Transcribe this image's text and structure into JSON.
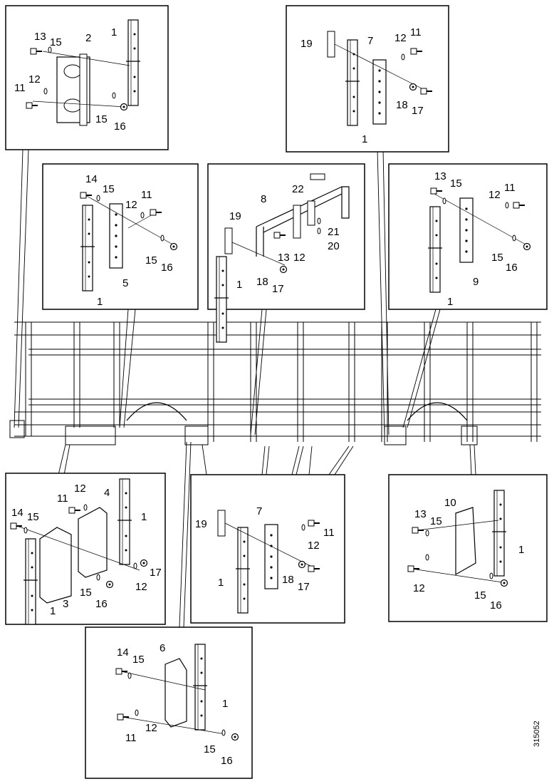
{
  "document_id": "315052",
  "panels": [
    {
      "id": "top-left",
      "labels": [
        "1",
        "2",
        "13",
        "15",
        "12",
        "11",
        "15",
        "16"
      ]
    },
    {
      "id": "top-right",
      "labels": [
        "19",
        "7",
        "12",
        "11",
        "18",
        "17",
        "1"
      ]
    },
    {
      "id": "mid-left",
      "labels": [
        "14",
        "15",
        "11",
        "12",
        "15",
        "16",
        "5",
        "1"
      ]
    },
    {
      "id": "mid-center",
      "labels": [
        "22",
        "8",
        "19",
        "21",
        "20",
        "13",
        "12",
        "18",
        "17",
        "1"
      ]
    },
    {
      "id": "mid-right",
      "labels": [
        "13",
        "15",
        "11",
        "12",
        "15",
        "16",
        "9",
        "1"
      ]
    },
    {
      "id": "bottom-left",
      "labels": [
        "11",
        "12",
        "4",
        "14",
        "15",
        "1",
        "17",
        "12",
        "15",
        "16",
        "1",
        "3"
      ]
    },
    {
      "id": "bottom-center",
      "labels": [
        "19",
        "7",
        "11",
        "12",
        "18",
        "17",
        "1"
      ]
    },
    {
      "id": "bottom-right",
      "labels": [
        "10",
        "13",
        "15",
        "1",
        "12",
        "15",
        "16"
      ]
    },
    {
      "id": "bottom-lower",
      "labels": [
        "6",
        "14",
        "15",
        "1",
        "11",
        "12",
        "15",
        "16"
      ]
    }
  ]
}
